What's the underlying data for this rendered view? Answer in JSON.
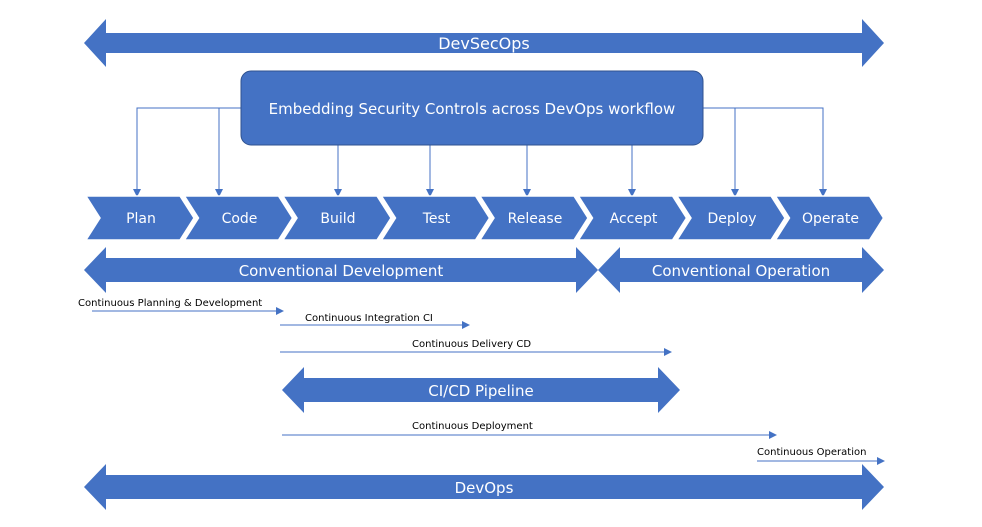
{
  "colors": {
    "accent": "#4472c4",
    "border": "#2f528f",
    "text_light": "#ffffff",
    "text_dark": "#000000"
  },
  "devsecops": "DevSecOps",
  "security_box": "Embedding Security Controls across DevOps workflow",
  "stages": [
    "Plan",
    "Code",
    "Build",
    "Test",
    "Release",
    "Accept",
    "Deploy",
    "Operate"
  ],
  "conventional_development": "Conventional Development",
  "conventional_operation": "Conventional Operation",
  "continuous": {
    "planning_development": "Continuous Planning & Development",
    "integration": "Continuous Integration CI",
    "delivery": "Continuous Delivery CD",
    "deployment": "Continuous Deployment",
    "operation": "Continuous Operation"
  },
  "cicd_pipeline": "CI/CD Pipeline",
  "devops": "DevOps"
}
